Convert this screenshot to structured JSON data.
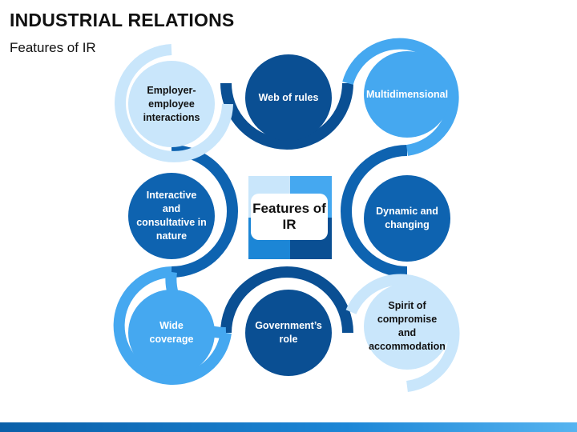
{
  "header": {
    "title": "INDUSTRIAL RELATIONS",
    "subtitle": "Features of IR"
  },
  "center": {
    "label": "Features of IR"
  },
  "features": [
    {
      "label": "Employer-employee interactions",
      "fill": "#c9e6fb",
      "text_color": "#111111"
    },
    {
      "label": "Web of rules",
      "fill": "#0a4f93",
      "text_color": "#ffffff"
    },
    {
      "label": "Multidimensional",
      "fill": "#45a8f0",
      "text_color": "#ffffff"
    },
    {
      "label": "Interactive and consultative in nature",
      "fill": "#0e63b0",
      "text_color": "#ffffff"
    },
    {
      "label": "Dynamic and changing",
      "fill": "#0e63b0",
      "text_color": "#ffffff"
    },
    {
      "label": "Wide coverage",
      "fill": "#45a8f0",
      "text_color": "#ffffff"
    },
    {
      "label": "Government’s role",
      "fill": "#0a4f93",
      "text_color": "#ffffff"
    },
    {
      "label": "Spirit of compromise and accommodation",
      "fill": "#c9e6fb",
      "text_color": "#111111"
    }
  ],
  "colors": {
    "light": "#c9e6fb",
    "medium": "#45a8f0",
    "mid_dark": "#0e63b0",
    "dark": "#0a4f93"
  }
}
